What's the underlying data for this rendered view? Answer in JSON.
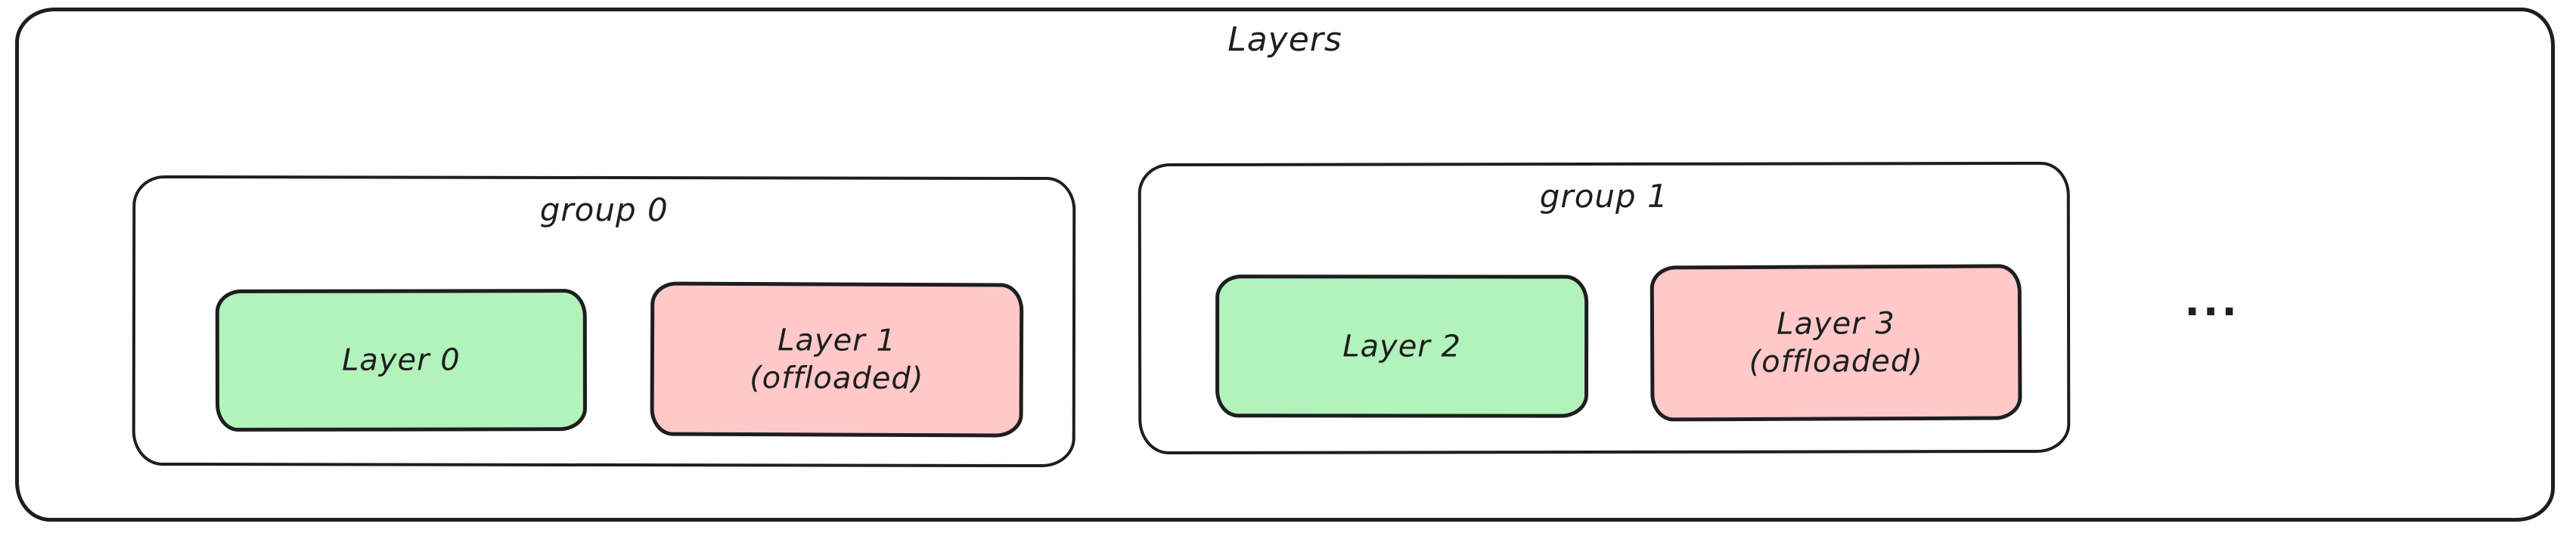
{
  "diagram": {
    "title": "Layers",
    "ellipsis": "...",
    "colors": {
      "stroke": "#1e1e1e",
      "background": "#ffffff",
      "active_fill": "#b2f2bb",
      "offloaded_fill": "#ffc9c9"
    },
    "groups": [
      {
        "label": "group 0",
        "layers": [
          {
            "label": "Layer 0",
            "status": "active"
          },
          {
            "label": "Layer 1\n(offloaded)",
            "status": "offloaded"
          }
        ]
      },
      {
        "label": "group 1",
        "layers": [
          {
            "label": "Layer 2",
            "status": "active"
          },
          {
            "label": "Layer 3\n(offloaded)",
            "status": "offloaded"
          }
        ]
      }
    ]
  }
}
